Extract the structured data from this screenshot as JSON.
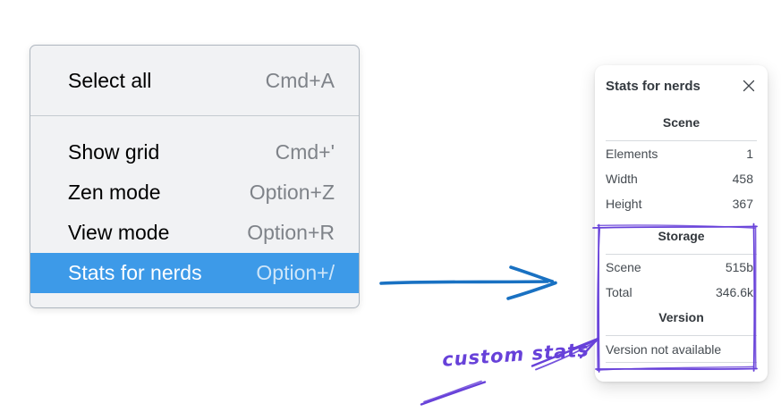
{
  "page": {
    "background": "#ffffff"
  },
  "context_menu": {
    "items": [
      {
        "label": "Select all",
        "shortcut": "Cmd+A",
        "highlighted": false
      },
      {
        "label": "Show grid",
        "shortcut": "Cmd+'",
        "highlighted": false
      },
      {
        "label": "Zen mode",
        "shortcut": "Option+Z",
        "highlighted": false
      },
      {
        "label": "View mode",
        "shortcut": "Option+R",
        "highlighted": false
      },
      {
        "label": "Stats for nerds",
        "shortcut": "Option+/",
        "highlighted": true
      }
    ],
    "highlight_color": "#3d9ae8"
  },
  "stats_panel": {
    "title": "Stats for nerds",
    "close_icon": "x-icon",
    "sections": [
      {
        "header": "Scene",
        "rows": [
          {
            "label": "Elements",
            "value": "1"
          },
          {
            "label": "Width",
            "value": "458"
          },
          {
            "label": "Height",
            "value": "367"
          }
        ]
      },
      {
        "header": "Storage",
        "rows": [
          {
            "label": "Scene",
            "value": "515b"
          },
          {
            "label": "Total",
            "value": "346.6k"
          }
        ]
      },
      {
        "header": "Version",
        "rows": [],
        "message": "Version not available"
      }
    ]
  },
  "annotation": {
    "label": "custom stats",
    "color": "#6741d9"
  },
  "pointer_arrow": {
    "color": "#1971c2"
  }
}
